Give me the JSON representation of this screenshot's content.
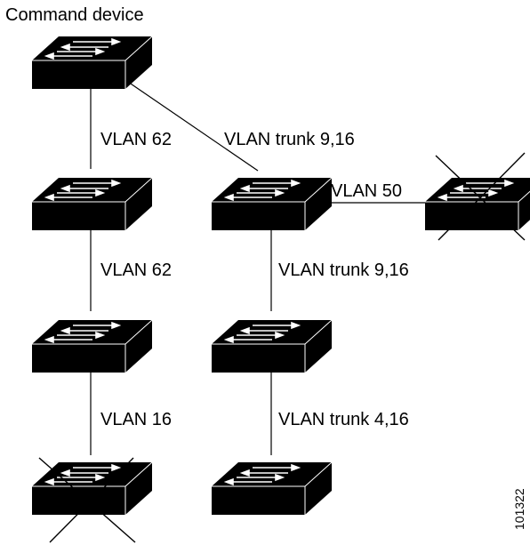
{
  "title": "Command device",
  "figure_number": "101322",
  "switch_icon": "switch-icon",
  "failed_icon": "x-mark-icon",
  "links": {
    "cmd_to_left": "VLAN 62",
    "cmd_to_middle": "VLAN trunk 9,16",
    "middle_to_right": "VLAN 50",
    "left_upper": "VLAN 62",
    "middle_upper": "VLAN trunk 9,16",
    "left_lower": "VLAN 16",
    "middle_lower": "VLAN trunk 4,16"
  },
  "switches": [
    {
      "id": "command-device",
      "failed": false
    },
    {
      "id": "left-1",
      "failed": false
    },
    {
      "id": "middle-1",
      "failed": false
    },
    {
      "id": "right-1",
      "failed": true
    },
    {
      "id": "left-2",
      "failed": false
    },
    {
      "id": "middle-2",
      "failed": false
    },
    {
      "id": "left-3",
      "failed": true
    },
    {
      "id": "middle-3",
      "failed": false
    }
  ]
}
